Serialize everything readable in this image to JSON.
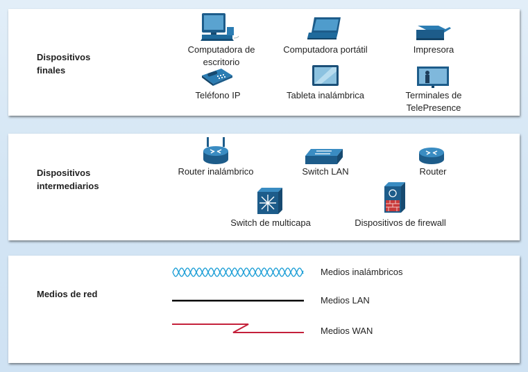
{
  "panels": {
    "end_devices": {
      "title_line1": "Dispositivos",
      "title_line2": "finales",
      "items": [
        {
          "label": "Computadora de escritorio",
          "icon": "desktop-computer-icon"
        },
        {
          "label": "Computadora portátil",
          "icon": "laptop-icon"
        },
        {
          "label": "Impresora",
          "icon": "printer-icon"
        },
        {
          "label": "Teléfono IP",
          "icon": "ip-phone-icon"
        },
        {
          "label": "Tableta inalámbrica",
          "icon": "wireless-tablet-icon"
        },
        {
          "label": "Terminales de TelePresence",
          "icon": "telepresence-icon"
        }
      ]
    },
    "intermediary_devices": {
      "title_line1": "Dispositivos",
      "title_line2": "intermediarios",
      "items": [
        {
          "label": "Router inalámbrico",
          "icon": "wireless-router-icon"
        },
        {
          "label": "Switch LAN",
          "icon": "lan-switch-icon"
        },
        {
          "label": "Router",
          "icon": "router-icon"
        },
        {
          "label": "Switch de multicapa",
          "icon": "multilayer-switch-icon"
        },
        {
          "label": "Dispositivos de firewall",
          "icon": "firewall-icon"
        }
      ]
    },
    "network_media": {
      "title": "Medios de red",
      "items": [
        {
          "label": "Medios inalámbricos",
          "icon": "wireless-media-line",
          "color": "#1e9fd6"
        },
        {
          "label": "Medios LAN",
          "icon": "lan-media-line",
          "color": "#000000"
        },
        {
          "label": "Medios WAN",
          "icon": "wan-media-line",
          "color": "#c4203a"
        }
      ]
    }
  }
}
